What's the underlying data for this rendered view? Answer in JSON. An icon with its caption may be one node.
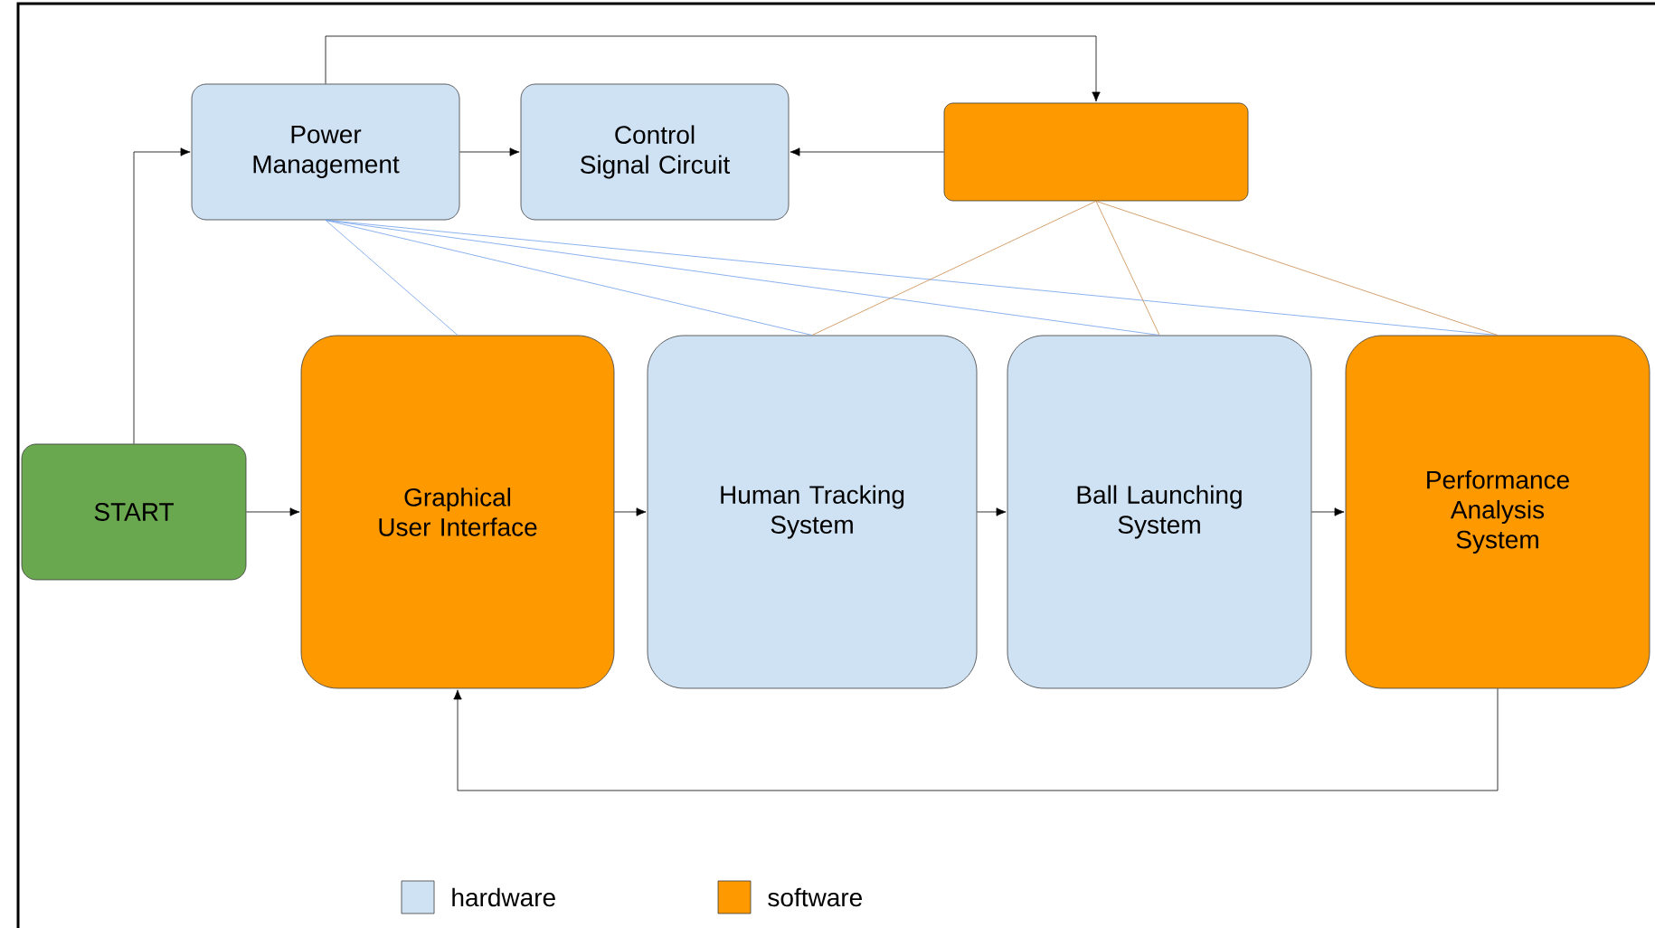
{
  "diagram": {
    "nodes": [
      {
        "text": [
          "Power Management"
        ]
      },
      {
        "text": [
          "Control Signal Circuit"
        ]
      },
      {
        "text": [],
        "shape": "box"
      },
      {
        "text": [
          "START"
        ]
      },
      {
        "text": [
          "Graphical User Interface"
        ]
      },
      {
        "text": [
          "Human Tracking System"
        ]
      },
      {
        "text": [
          "Ball Launching System"
        ]
      },
      {
        "text": [
          "Performance Analysis System"
        ]
      }
    ],
    "edges": [
      {
        "from": 3,
        "to": 0,
        "arrow": "to"
      },
      {
        "from": 0,
        "to": 1,
        "arrow": "to"
      },
      {
        "from": 2,
        "to": 1,
        "arrow": "to"
      },
      {
        "from": 0,
        "to": 2,
        "arrow": "to"
      },
      {
        "from": 3,
        "to": 4,
        "arrow": "to"
      },
      {
        "from": 4,
        "to": 5,
        "arrow": "to"
      },
      {
        "from": 5,
        "to": 6,
        "arrow": "to"
      },
      {
        "from": 6,
        "to": 7,
        "arrow": "to"
      },
      {
        "from": 7,
        "to": 4,
        "arrow": "to"
      },
      {
        "from": 0,
        "to": 4,
        "arrow": "none",
        "color": "#6d9eeb"
      },
      {
        "from": 0,
        "to": 5,
        "arrow": "none",
        "color": "#6d9eeb"
      },
      {
        "from": 0,
        "to": 6,
        "arrow": "none",
        "color": "#6d9eeb"
      },
      {
        "from": 0,
        "to": 7,
        "arrow": "none",
        "color": "#6d9eeb"
      },
      {
        "from": 2,
        "to": 5,
        "arrow": "none",
        "color": "#c9894a"
      },
      {
        "from": 2,
        "to": 6,
        "arrow": "none",
        "color": "#c9894a"
      },
      {
        "from": 2,
        "to": 7,
        "arrow": "none",
        "color": "#c9894a"
      }
    ],
    "legend": [
      {
        "text": "hardware",
        "color": "#cfe2f3"
      },
      {
        "text": "software",
        "color": "#ff9900"
      }
    ]
  }
}
